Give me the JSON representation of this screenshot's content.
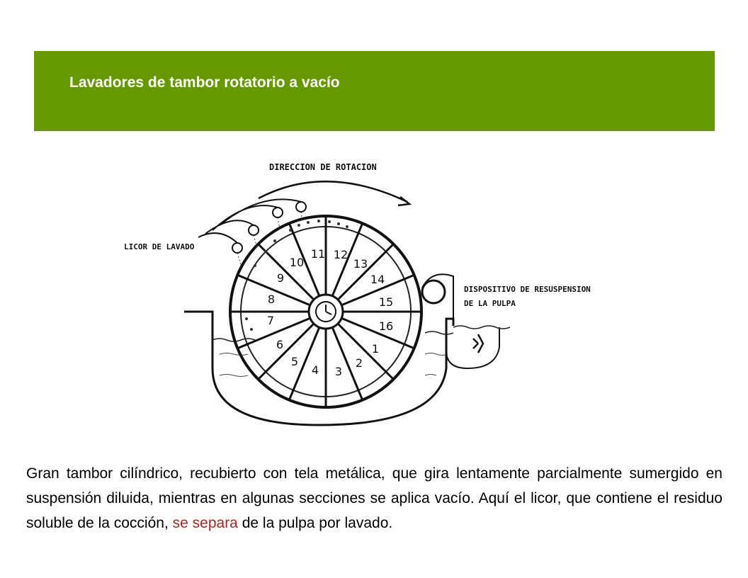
{
  "header": {
    "title": "Lavadores de tambor rotatorio a vacío"
  },
  "diagram": {
    "rotation_label": "DIRECCION DE ROTACION",
    "wash_liquor_label": "LICOR DE LAVADO",
    "device_label_line1": "DISPOSITIVO DE RESUSPENSION",
    "device_label_line2": "DE LA PULPA",
    "sections": [
      "1",
      "2",
      "3",
      "4",
      "5",
      "6",
      "7",
      "8",
      "9",
      "10",
      "11",
      "12",
      "13",
      "14",
      "15",
      "16"
    ]
  },
  "caption": {
    "part1": "Gran tambor cilíndrico, recubierto con tela metálica, que gira lentamente parcialmente sumergido en suspensión diluida, mientras en algunas secciones se aplica vacío. Aquí el licor, que contiene el residuo soluble de la cocción, ",
    "highlight": "se separa",
    "part2": " de la pulpa por lavado."
  },
  "colors": {
    "banner": "#669900",
    "highlight": "#b22222"
  }
}
